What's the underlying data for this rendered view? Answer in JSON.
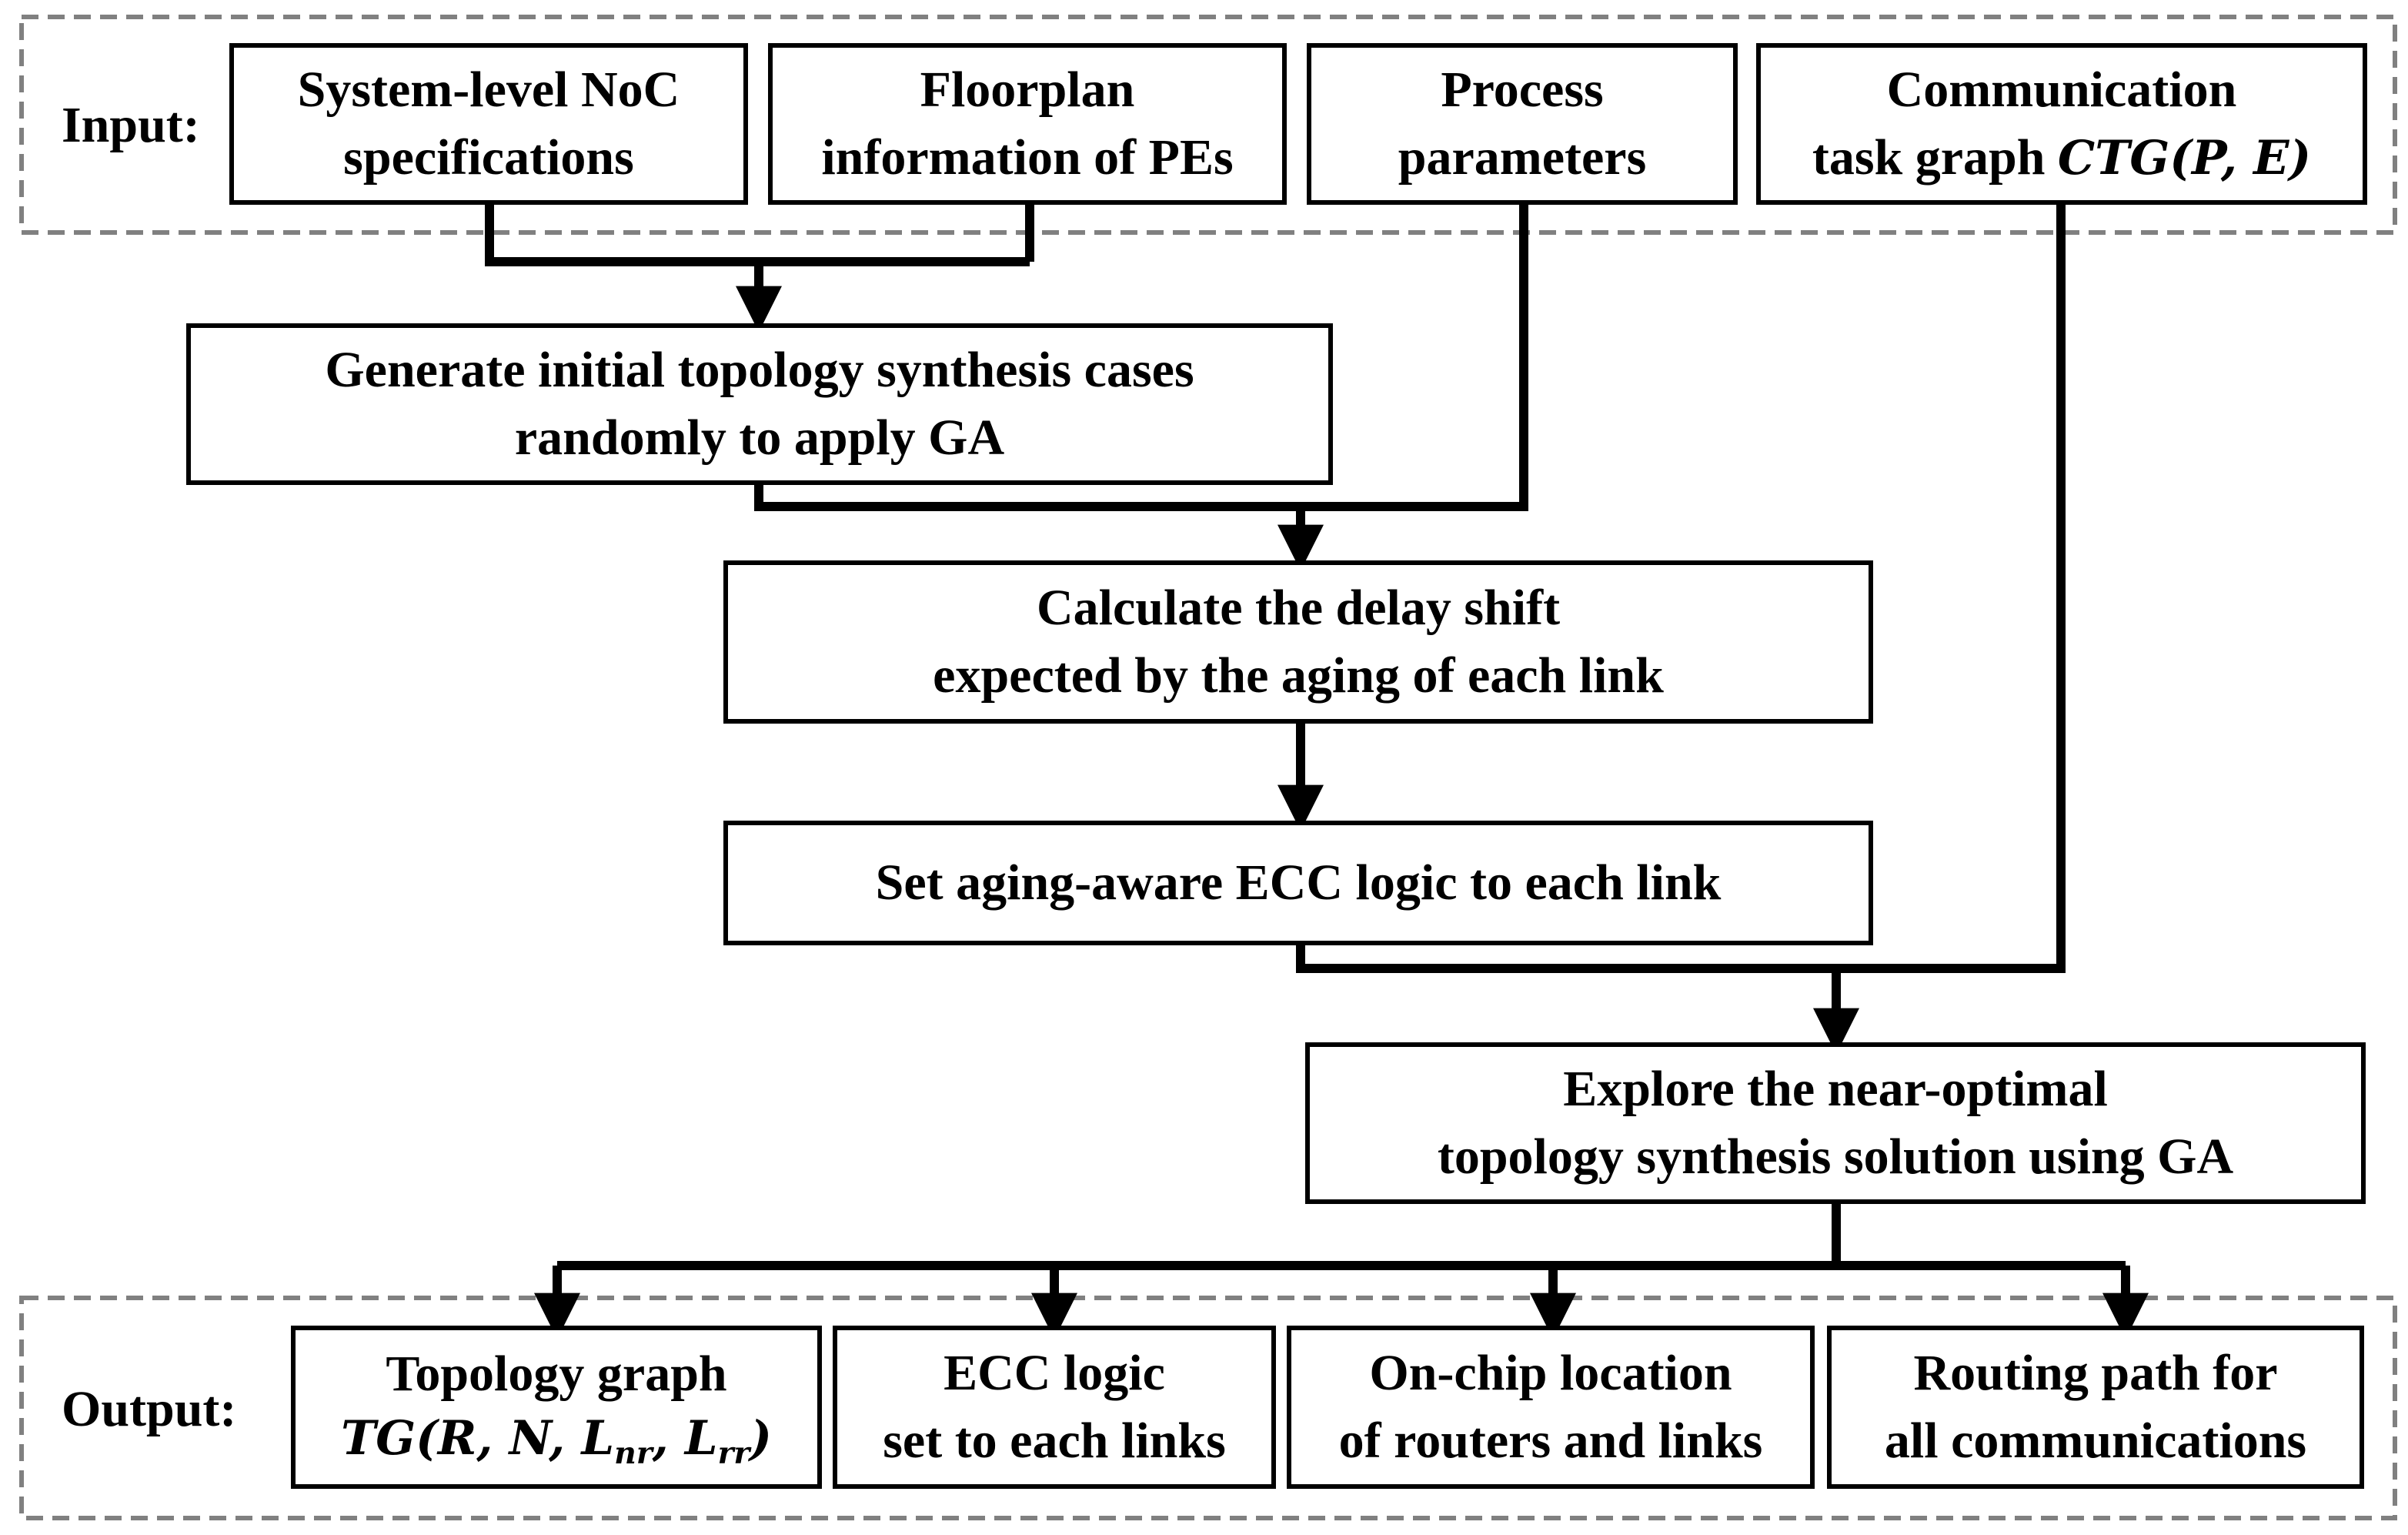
{
  "input_label": "Input:",
  "output_label": "Output:",
  "inputs": {
    "noc_specs": [
      "System-level NoC",
      "specifications"
    ],
    "floorplan": [
      "Floorplan",
      "information of PEs"
    ],
    "process": [
      "Process",
      "parameters"
    ],
    "ctg_line1": "Communication",
    "ctg_prefix": "task graph ",
    "ctg_math": "CTG(P, E)"
  },
  "steps": {
    "generate": [
      "Generate initial topology synthesis cases",
      "randomly to apply GA"
    ],
    "calculate": [
      "Calculate the delay shift",
      "expected by the aging of each link"
    ],
    "set_ecc": "Set aging-aware ECC logic to each link",
    "explore": [
      "Explore the near-optimal",
      "topology synthesis solution using GA"
    ]
  },
  "outputs": {
    "topology_line1": "Topology graph",
    "topology_math": {
      "name": "TG(R, N, L",
      "sub1": "nr",
      "mid": ", L",
      "sub2": "rr",
      "end": ")"
    },
    "ecc": [
      "ECC logic",
      "set to each links"
    ],
    "location": [
      "On-chip location",
      "of routers and links"
    ],
    "routing": [
      "Routing path for",
      "all communications"
    ]
  }
}
